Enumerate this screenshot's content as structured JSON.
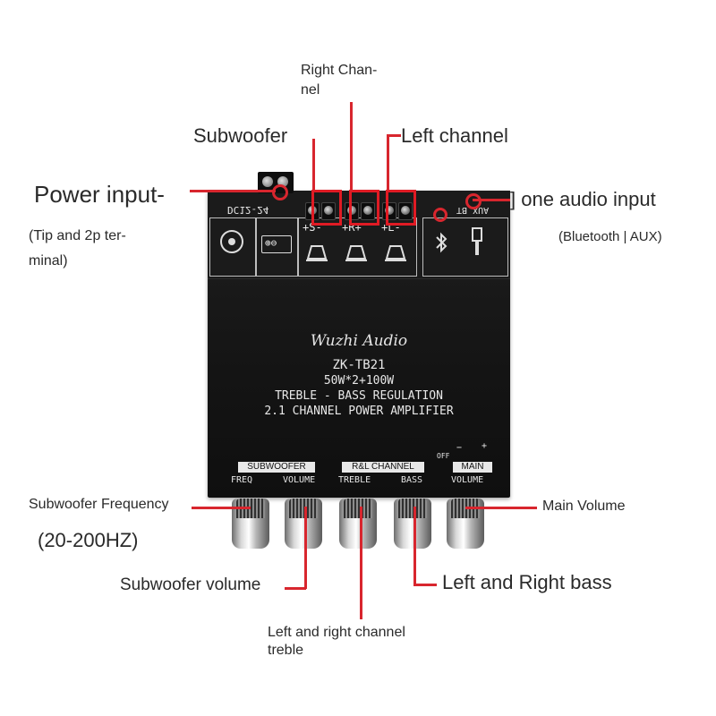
{
  "labels": {
    "right_channel_l1": "Right Chan-",
    "right_channel_l2": "nel",
    "subwoofer": "Subwoofer",
    "left_channel": "Left channel",
    "power_input": "Power input-",
    "tip_l1": "(Tip and 2p ter-",
    "tip_l2": "minal)",
    "one_audio_input": "] one audio input",
    "bt_aux": "(Bluetooth | AUX)",
    "sub_freq": "Subwoofer Frequency",
    "freq_range": "(20-200HZ)",
    "main_volume": "Main Volume",
    "sub_volume": "Subwoofer volume",
    "lr_bass": "Left and Right bass",
    "treble_l1": "Left and right channel",
    "treble_l2": "treble"
  },
  "board": {
    "brand": "Wuzhi Audio",
    "model": "ZK-TB21",
    "power": "50W*2+100W",
    "regulation": "TREBLE - BASS REGULATION",
    "type": "2.1 CHANNEL POWER AMPLIFIER",
    "dc": "DC12-24",
    "aux_bt": "AUX BT",
    "terminals": [
      "+S-",
      "+R+",
      "+L-"
    ],
    "group_sub": "SUBWOOFER",
    "group_rl": "R&L CHANNEL",
    "group_main": "MAIN",
    "knobs": [
      "FREQ",
      "VOLUME",
      "TREBLE",
      "BASS",
      "VOLUME"
    ],
    "off": "OFF",
    "minus": "−",
    "plus": "+"
  },
  "colors": {
    "accent": "#d8262e",
    "board": "#151515",
    "silk": "#e8e8e8"
  }
}
